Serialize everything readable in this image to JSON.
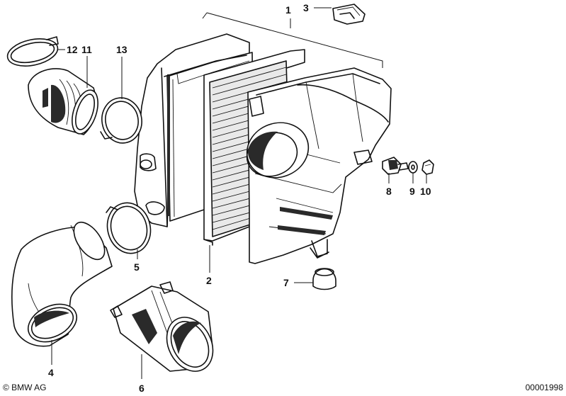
{
  "labels": {
    "p1": "1",
    "p2": "2",
    "p3": "3",
    "p4": "4",
    "p5": "5",
    "p6": "6",
    "p7": "7",
    "p8": "8",
    "p9": "9",
    "p10": "10",
    "p11": "11",
    "p12": "12",
    "p13": "13"
  },
  "footer": {
    "copyright": "© BMW AG",
    "drawing_number": "00001998"
  }
}
